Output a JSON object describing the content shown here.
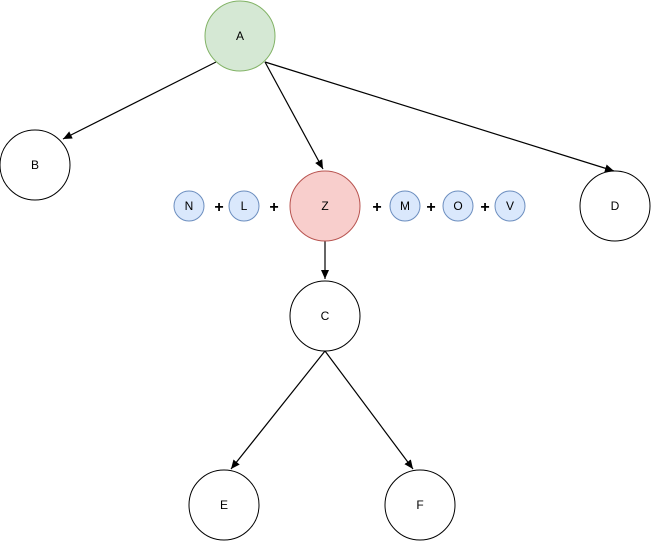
{
  "nodes": {
    "A": {
      "label": "A",
      "fill": "#d5e8d4",
      "stroke": "#82b366"
    },
    "B": {
      "label": "B",
      "fill": "#ffffff",
      "stroke": "#000000"
    },
    "Z": {
      "label": "Z",
      "fill": "#f8cecc",
      "stroke": "#b85450"
    },
    "D": {
      "label": "D",
      "fill": "#ffffff",
      "stroke": "#000000"
    },
    "C": {
      "label": "C",
      "fill": "#ffffff",
      "stroke": "#000000"
    },
    "E": {
      "label": "E",
      "fill": "#ffffff",
      "stroke": "#000000"
    },
    "F": {
      "label": "F",
      "fill": "#ffffff",
      "stroke": "#000000"
    },
    "N": {
      "label": "N",
      "fill": "#dae8fc",
      "stroke": "#6c8ebf"
    },
    "L": {
      "label": "L",
      "fill": "#dae8fc",
      "stroke": "#6c8ebf"
    },
    "M": {
      "label": "M",
      "fill": "#dae8fc",
      "stroke": "#6c8ebf"
    },
    "O": {
      "label": "O",
      "fill": "#dae8fc",
      "stroke": "#6c8ebf"
    },
    "V": {
      "label": "V",
      "fill": "#dae8fc",
      "stroke": "#6c8ebf"
    }
  },
  "edges": [
    {
      "from": "A",
      "to": "B"
    },
    {
      "from": "A",
      "to": "Z"
    },
    {
      "from": "A",
      "to": "D"
    },
    {
      "from": "Z",
      "to": "C"
    },
    {
      "from": "C",
      "to": "E"
    },
    {
      "from": "C",
      "to": "F"
    }
  ],
  "operators": {
    "plus_1": "+",
    "plus_2": "+",
    "plus_3": "+",
    "plus_4": "+",
    "plus_5": "+"
  }
}
